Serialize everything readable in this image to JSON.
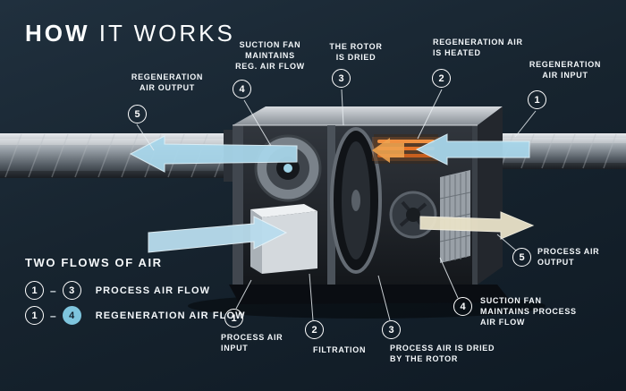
{
  "title": {
    "bold": "HOW",
    "rest": " IT WORKS"
  },
  "callouts": [
    {
      "id": "regen-air-output",
      "num": "5",
      "label": "REGENERATION\nAIR OUTPUT"
    },
    {
      "id": "suction-fan-reg",
      "num": "4",
      "label": "SUCTION FAN\nMAINTAINS\nREG. AIR FLOW"
    },
    {
      "id": "rotor-dried",
      "num": "3",
      "label": "THE ROTOR\nIS DRIED"
    },
    {
      "id": "regen-air-heated",
      "num": "2",
      "label": "REGENERATION AIR\nIS HEATED"
    },
    {
      "id": "regen-air-input",
      "num": "1",
      "label": "REGENERATION\nAIR INPUT"
    },
    {
      "id": "process-air-output",
      "num": "5",
      "label": "PROCESS AIR\nOUTPUT"
    },
    {
      "id": "suction-fan-process",
      "num": "4",
      "label": "SUCTION FAN\nMAINTAINS PROCESS\nAIR FLOW"
    },
    {
      "id": "process-air-dried",
      "num": "3",
      "label": "PROCESS AIR IS DRIED\nBY THE ROTOR"
    },
    {
      "id": "filtration",
      "num": "2",
      "label": "FILTRATION"
    },
    {
      "id": "process-air-input",
      "num": "1",
      "label": "PROCESS AIR\nINPUT"
    }
  ],
  "legend": {
    "title": "TWO FLOWS OF AIR",
    "rows": [
      {
        "from": "1",
        "sep": "–",
        "to": "3",
        "label": "PROCESS AIR FLOW"
      },
      {
        "from": "1",
        "sep": "–",
        "to": "4",
        "label": "REGENERATION AIR FLOW"
      }
    ]
  },
  "colors": {
    "background": "#17242f",
    "accent_blue": "#a8d6ea",
    "heater_orange": "#e8762a",
    "dried_air": "#e9e2c8",
    "legend_fill_blue": "#7ec5de"
  }
}
